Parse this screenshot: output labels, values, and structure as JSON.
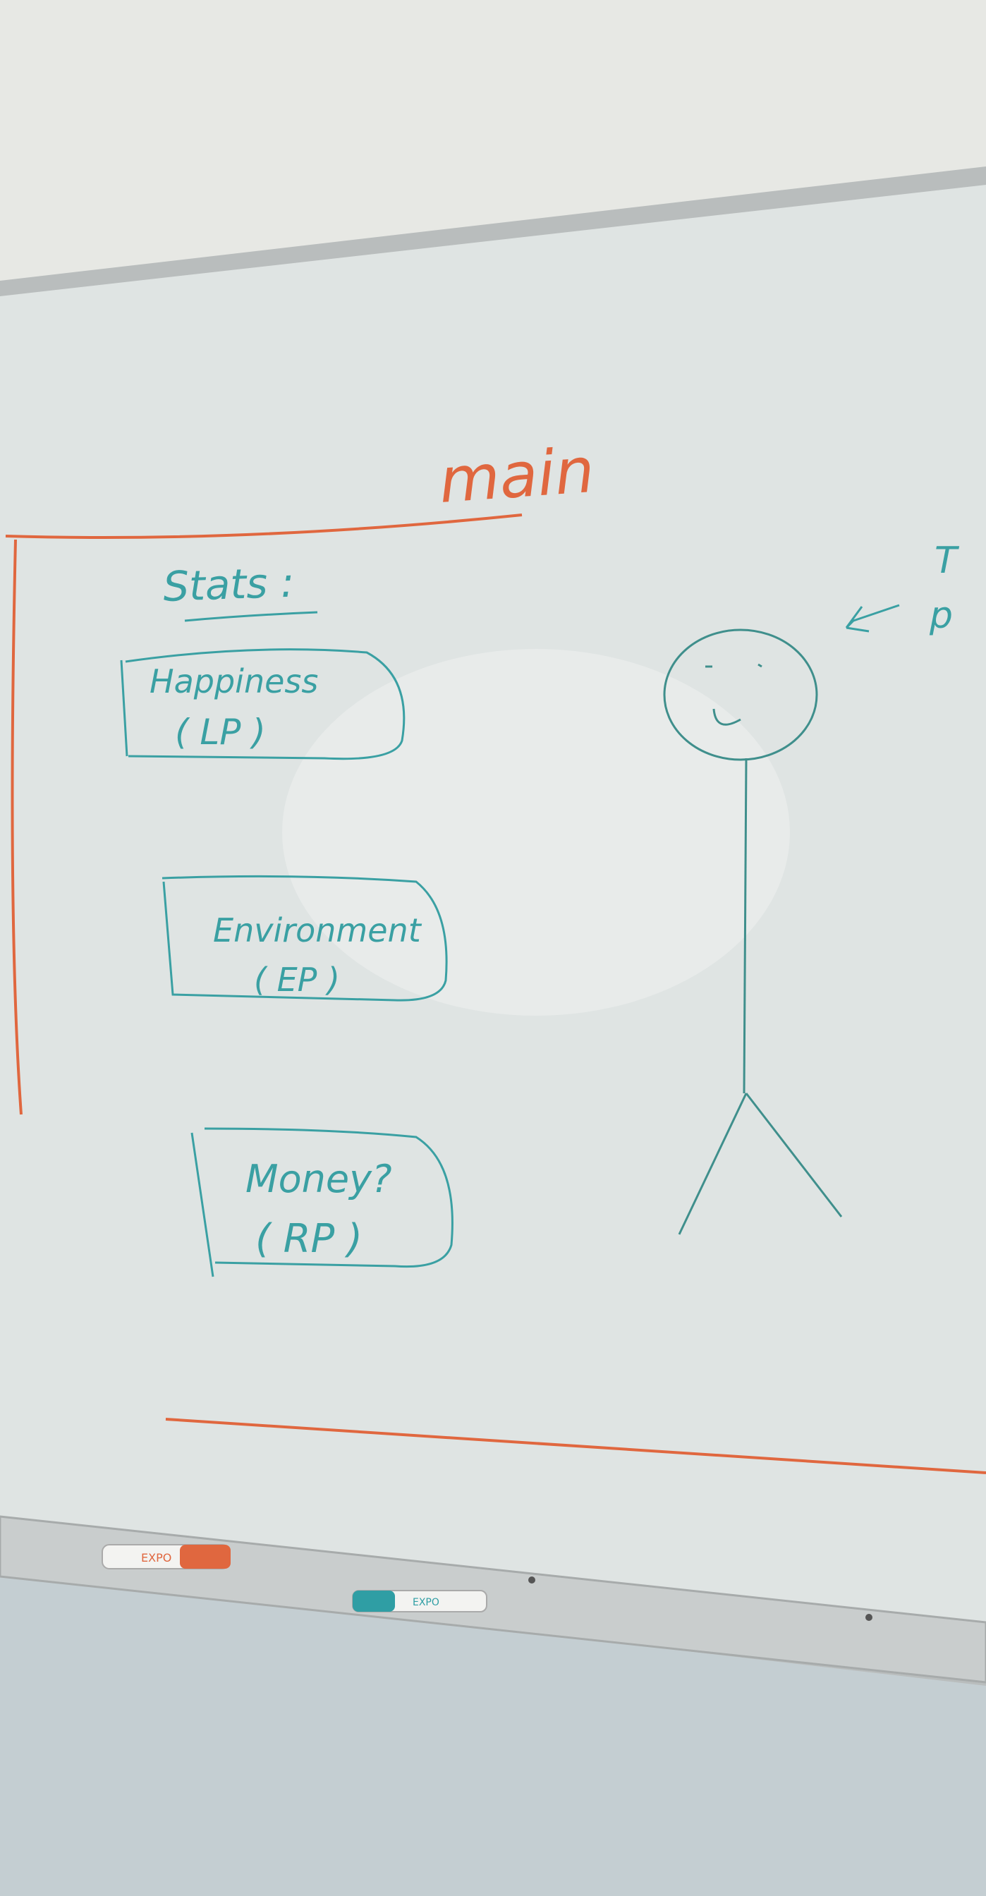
{
  "scene": {
    "colors": {
      "wall": "#e7e8e4",
      "board": "#dfe4e3",
      "frame": "#b9bdbd",
      "tray": "#c4c8c8",
      "orange_marker": "#e0673f",
      "teal_marker": "#2f9ea4",
      "lower_wall": "#c4ced2"
    }
  },
  "board": {
    "title": "main",
    "stats_label": "Stats :",
    "stat_boxes": [
      {
        "name": "Happiness",
        "code": "( LP )"
      },
      {
        "name": "Environment",
        "code": "( EP )"
      },
      {
        "name": "Money?",
        "code": "( RP )"
      }
    ],
    "edge_note_line1": "T",
    "edge_note_line2": "p"
  },
  "markers": {
    "orange_label": "EXPO",
    "teal_label": "EXPO"
  }
}
